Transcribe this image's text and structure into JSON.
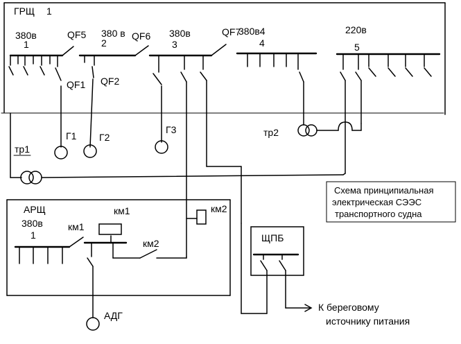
{
  "colors": {
    "line": "#000000",
    "background": "#ffffff"
  },
  "grsch": {
    "title": "ГРЩ",
    "number": "1",
    "sections": [
      {
        "voltage": "380в",
        "number": "1"
      },
      {
        "voltage": "380 в",
        "number": "2"
      },
      {
        "voltage": "380в",
        "number": "3"
      },
      {
        "voltage": "380в4",
        "number": ""
      },
      {
        "voltage": "220в",
        "number": "5"
      }
    ],
    "section4_number": "4"
  },
  "breakers": {
    "qf5": "QF5",
    "qf6": "QF6",
    "qf7": "QF7",
    "qf1": "QF1",
    "qf2": "QF2"
  },
  "generators": {
    "g1": "Г1",
    "g2": "Г2",
    "g3": "Г3"
  },
  "transformers": {
    "tr1": "тр1",
    "tr2": "тр2"
  },
  "arsch": {
    "title": "АРЩ",
    "voltage": "380в",
    "number": "1"
  },
  "contactors": {
    "km1_left": "км1",
    "km1_coil": "км1",
    "km2_line": "км2",
    "km2_coil": "км2"
  },
  "emergency_generator": "АДГ",
  "shore_panel": "ЩПБ",
  "shore_note": {
    "line1": "К береговому",
    "line2": "источнику питания"
  },
  "caption": {
    "line1": "Схема принципиальная",
    "line2": "электрическая СЭЭС",
    "line3": "транспортного судна"
  }
}
